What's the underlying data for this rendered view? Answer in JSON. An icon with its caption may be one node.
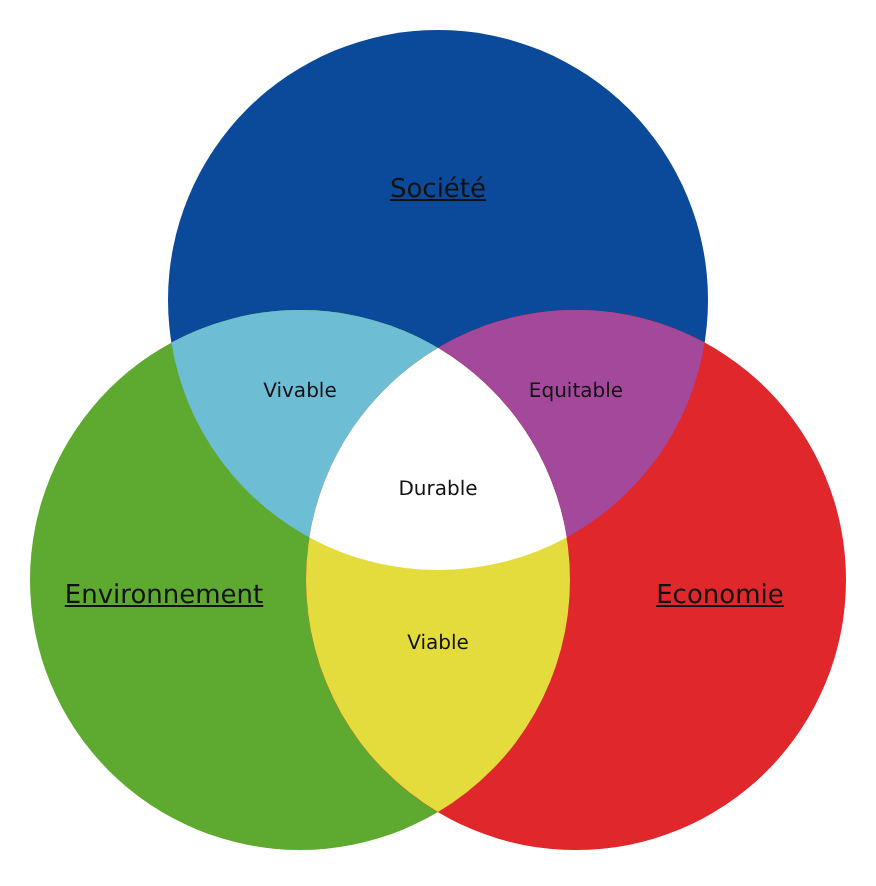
{
  "diagram": {
    "nodes": [
      {
        "text": [
          "Société"
        ]
      },
      {
        "text": [
          "Environnement"
        ]
      },
      {
        "text": [
          "Economie"
        ]
      },
      {
        "text": [
          "Vivable"
        ]
      },
      {
        "text": [
          "Equitable"
        ]
      },
      {
        "text": [
          "Durable"
        ]
      },
      {
        "text": [
          "Viable"
        ]
      }
    ]
  }
}
